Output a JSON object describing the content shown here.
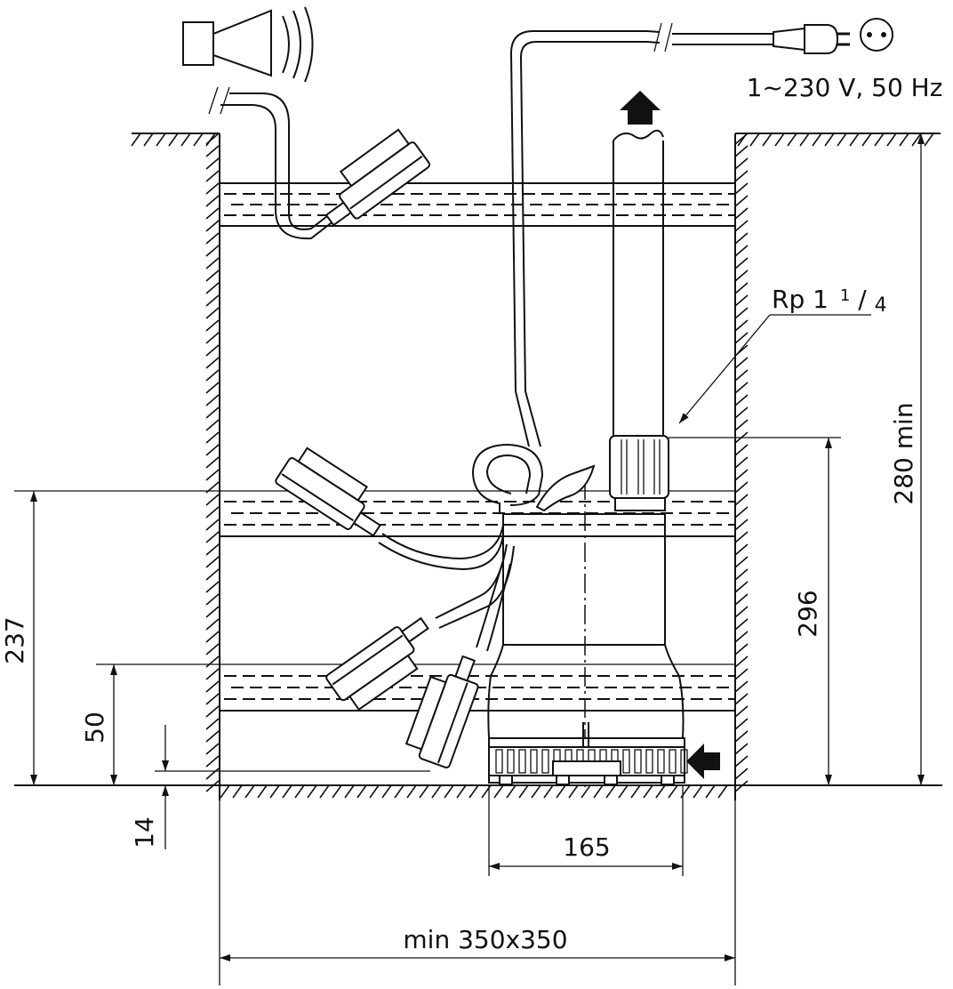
{
  "power_supply": {
    "label": "1~230 V, 50 Hz"
  },
  "outlet_thread": {
    "label": "Rp 1",
    "fraction_num": "1",
    "fraction_slash": "/",
    "fraction_den": "4"
  },
  "dimensions": {
    "min_height": "280 min",
    "outlet_height": "296",
    "switch_on_level": "237",
    "switch_off_level": "50",
    "min_water_level": "14",
    "pump_width": "165",
    "shaft_size": "min 350x350"
  }
}
